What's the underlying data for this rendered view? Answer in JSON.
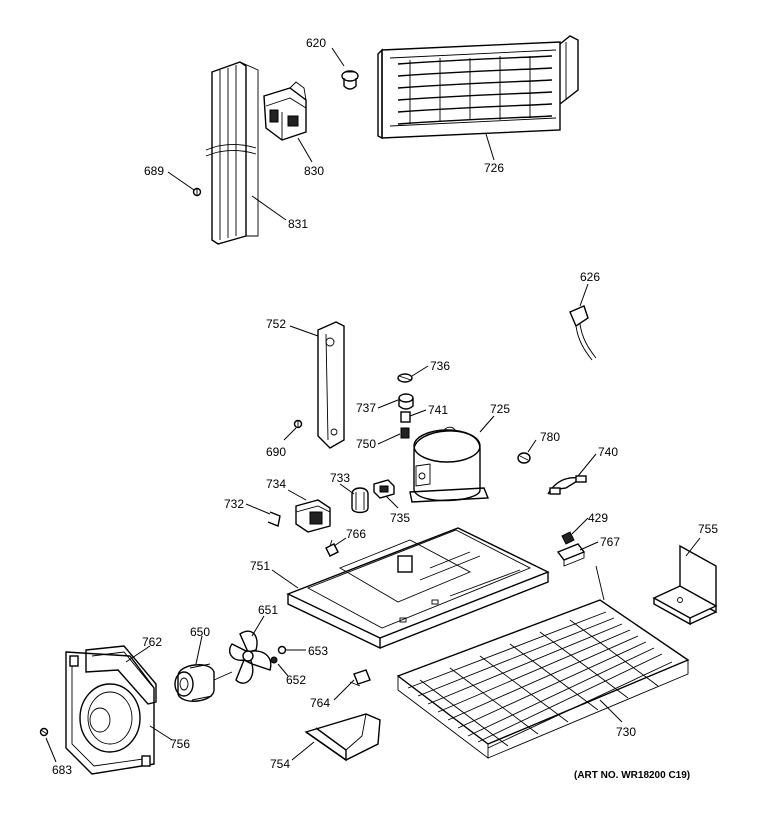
{
  "diagram": {
    "art_number": "(ART NO. WR18200 C19)",
    "parts": {
      "p620": "620",
      "p726": "726",
      "p830": "830",
      "p689": "689",
      "p831": "831",
      "p626": "626",
      "p752": "752",
      "p736": "736",
      "p737": "737",
      "p741": "741",
      "p725": "725",
      "p690": "690",
      "p750": "750",
      "p780": "780",
      "p740": "740",
      "p734": "734",
      "p733": "733",
      "p732": "732",
      "p735": "735",
      "p429": "429",
      "p766": "766",
      "p767": "767",
      "p755": "755",
      "p751": "751",
      "p651": "651",
      "p650": "650",
      "p762": "762",
      "p653": "653",
      "p652": "652",
      "p764": "764",
      "p730": "730",
      "p756": "756",
      "p754": "754",
      "p683": "683"
    }
  }
}
